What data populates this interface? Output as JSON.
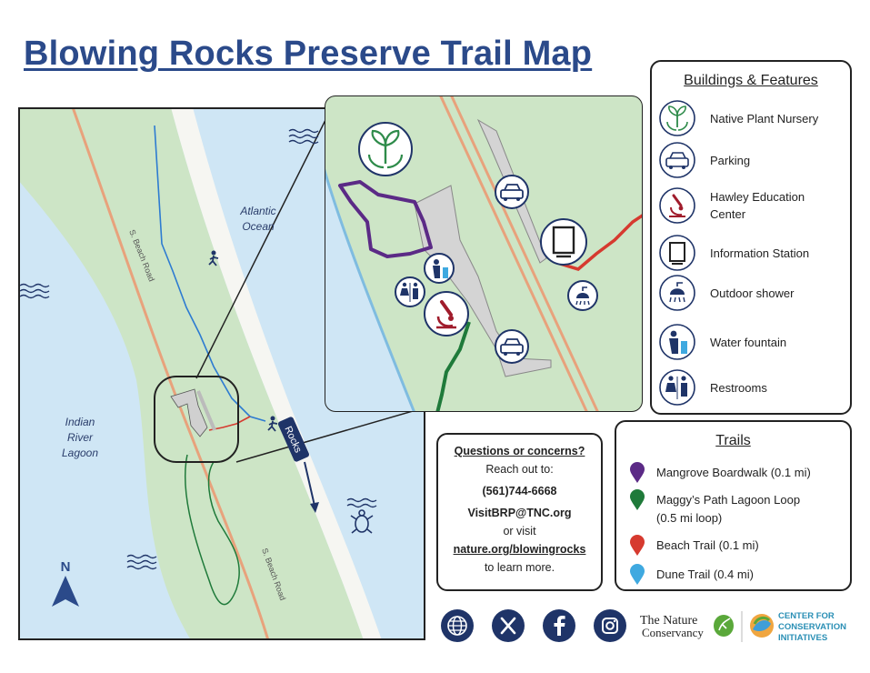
{
  "title": "Blowing Rocks Preserve Trail Map",
  "map_labels": {
    "atlantic_ocean": [
      "Atlantic",
      "Ocean"
    ],
    "indian_river_lagoon": [
      "Indian",
      "River",
      "Lagoon"
    ],
    "s_beach_road_top": "S. Beach Road",
    "s_beach_road_bottom": "S. Beach Road",
    "rocks": "Rocks",
    "north": "N"
  },
  "features": {
    "title": "Buildings & Features",
    "items": [
      {
        "icon": "plant-nursery-icon",
        "label_lines": [
          "Native Plant Nursery"
        ]
      },
      {
        "icon": "car-icon",
        "label_lines": [
          "Parking"
        ]
      },
      {
        "icon": "microscope-icon",
        "label_lines": [
          "Hawley Education",
          "Center"
        ]
      },
      {
        "icon": "information-board-icon",
        "label_lines": [
          "Information Station"
        ]
      },
      {
        "icon": "shower-icon",
        "label_lines": [
          "Outdoor shower"
        ]
      },
      {
        "icon": "water-fountain-icon",
        "label_lines": [
          "Water fountain"
        ]
      },
      {
        "icon": "restroom-icon",
        "label_lines": [
          "Restrooms"
        ]
      }
    ]
  },
  "trails": {
    "title": "Trails",
    "items": [
      {
        "color": "#5b2a86",
        "label_lines": [
          "Mangrove Boardwalk (0.1 mi)"
        ]
      },
      {
        "color": "#1f7a3a",
        "label_lines": [
          "Maggy’s Path Lagoon Loop",
          "(0.5 mi loop)"
        ]
      },
      {
        "color": "#d63a2f",
        "label_lines": [
          "Beach Trail (0.1 mi)"
        ]
      },
      {
        "color": "#3fa9e0",
        "label_lines": [
          "Dune Trail (0.4 mi)"
        ]
      }
    ]
  },
  "contact": {
    "heading": "Questions or concerns?",
    "reach": "Reach out to:",
    "phone": "(561)744-6668",
    "email": "VisitBRP@TNC.org",
    "or_visit": "or visit",
    "website": "nature.org/blowingrocks",
    "learn": "to learn more."
  },
  "social": [
    "globe-icon",
    "x-icon",
    "facebook-icon",
    "instagram-icon"
  ],
  "logos": {
    "tnc_line1": "The Nature",
    "tnc_line2": "Conservancy",
    "cci_line1": "CENTER FOR",
    "cci_line2": "CONSERVATION",
    "cci_line3": "INITIATIVES"
  },
  "colors": {
    "water": "#cfe6f5",
    "land": "#cde5c6",
    "road": "#e8a27c",
    "navy": "#1f3468",
    "title": "#2b4a8a"
  }
}
